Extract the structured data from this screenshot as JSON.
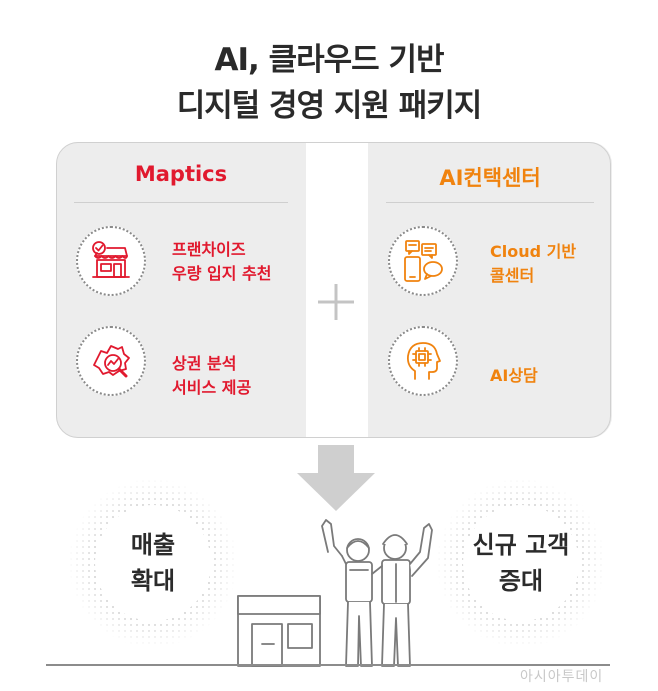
{
  "title": {
    "line1": "AI, 클라우드 기반",
    "line2": "디지털 경영 지원 패키지"
  },
  "colors": {
    "red": "#e1192e",
    "orange": "#f0830f",
    "panel": "#ededed",
    "text": "#2b2b2b"
  },
  "left_panel": {
    "title": "Maptics",
    "items": [
      {
        "icon": "store-check-icon",
        "line1": "프랜차이즈",
        "line2": "우량 입지 추천"
      },
      {
        "icon": "map-search-icon",
        "line1": "상권 분석",
        "line2": "서비스 제공"
      }
    ]
  },
  "right_panel": {
    "title": "AI컨택센터",
    "items": [
      {
        "icon": "chat-phone-icon",
        "line1": "Cloud 기반",
        "line2": "콜센터"
      },
      {
        "icon": "ai-head-icon",
        "line1": "AI상담",
        "line2": ""
      }
    ]
  },
  "connector": {
    "plus_icon": "plus-icon",
    "arrow_icon": "down-arrow-icon"
  },
  "results": {
    "left": {
      "line1": "매출",
      "line2": "확대"
    },
    "right": {
      "line1": "신규 고객",
      "line2": "증대"
    }
  },
  "watermark": "아시아투데이"
}
